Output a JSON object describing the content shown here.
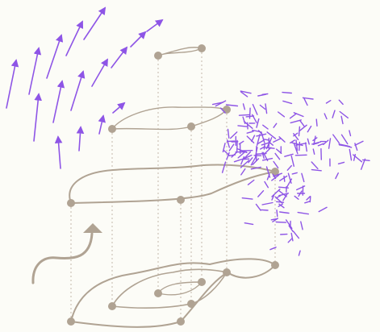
{
  "diagram": {
    "colors": {
      "background": "#fcfcf7",
      "contour": "#b0a393",
      "node": "#b0a393",
      "guide": "#c4b9ab",
      "vector_arrow": "#8e55e6",
      "particle": "#8e55e6"
    },
    "elements": {
      "vector_field_arrows": "arrows",
      "particle_scatter": "dashes",
      "closed_contours": "curves",
      "graph_nodes": "circles",
      "vertical_projection_guides": "dotted lines",
      "curved_flow_arrow": "arrow"
    }
  }
}
